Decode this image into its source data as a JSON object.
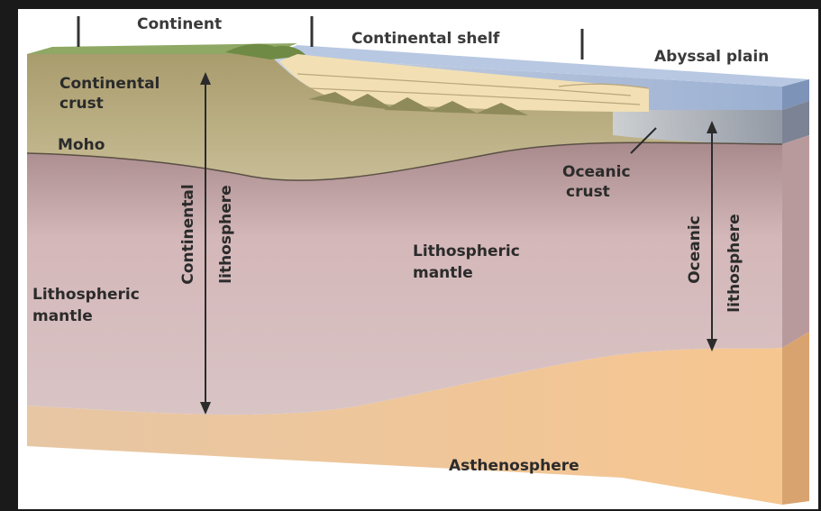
{
  "labels": {
    "continent": "Continent",
    "continental_shelf": "Continental shelf",
    "abyssal_plain": "Abyssal plain",
    "continental_crust_1": "Continental",
    "continental_crust_2": "crust",
    "moho": "Moho",
    "oceanic_crust_1": "Oceanic",
    "oceanic_crust_2": "crust",
    "continental_lithosphere_1": "Continental",
    "continental_lithosphere_2": "lithosphere",
    "oceanic_lithosphere_1": "Oceanic",
    "oceanic_lithosphere_2": "lithosphere",
    "lithospheric_mantle_center_1": "Lithospheric",
    "lithospheric_mantle_center_2": "mantle",
    "lithospheric_mantle_left_1": "Lithospheric",
    "lithospheric_mantle_left_2": "mantle",
    "asthenosphere": "Asthenosphere"
  },
  "colors": {
    "background": "#1a1a1a",
    "panel": "#ffffff",
    "continental_crust": "#b9ad84",
    "lithospheric_mantle": "#cfb1b3",
    "asthenosphere": "#f2c38e",
    "ocean": "#9fb3d4",
    "shelf_sediment": "#f3e2b8",
    "vegetation": "#7a9a52"
  }
}
